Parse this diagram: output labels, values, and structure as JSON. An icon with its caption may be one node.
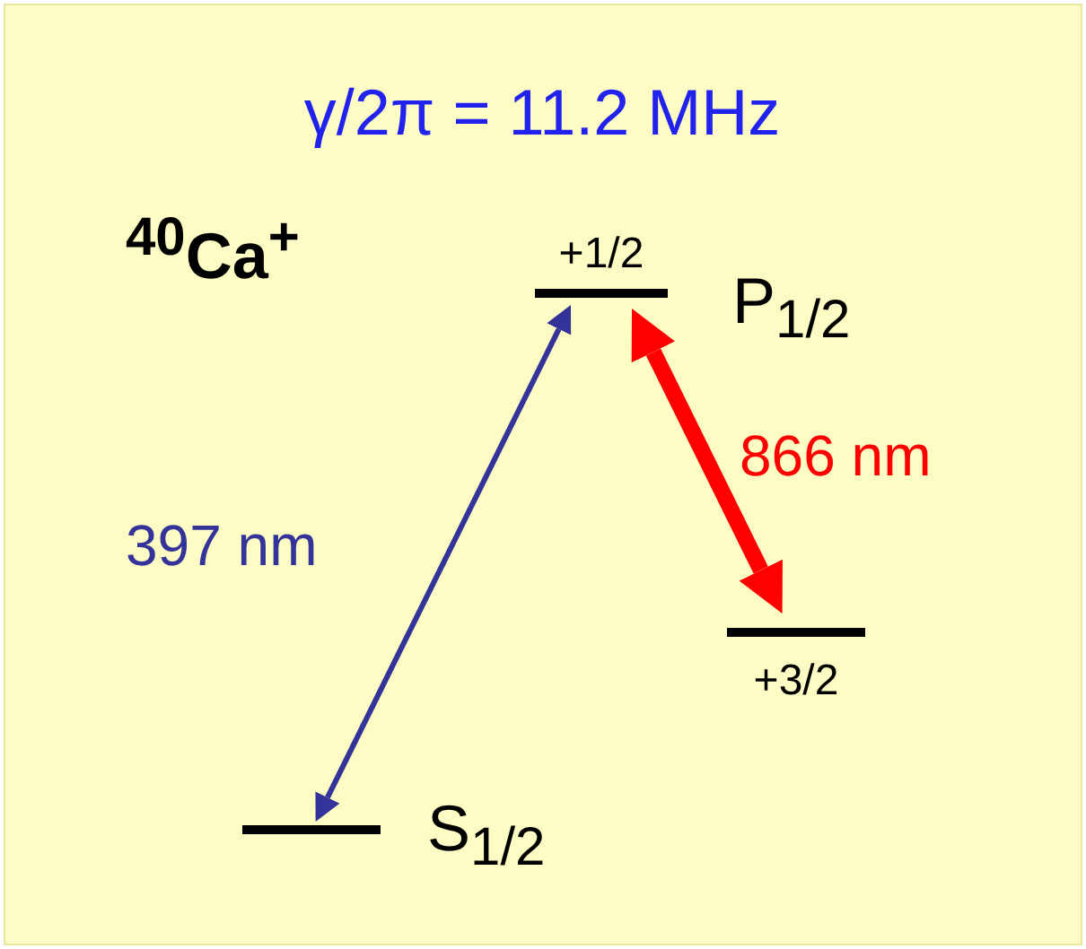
{
  "diagram": {
    "title": "γ/2π = 11.2 MHz",
    "nodes": [
      {
        "text": [
          "+1/2"
        ],
        "beside": [
          "P$_{1/2}$"
        ]
      },
      {
        "text": [
          "+3/2"
        ]
      },
      {
        "text": [],
        "shape": "bar",
        "beside": [
          "S$_{1/2}$"
        ]
      }
    ],
    "edges": [
      {
        "from": 2,
        "to": 0,
        "arrow": "both",
        "label": "397 nm",
        "color": "#333399"
      },
      {
        "from": 0,
        "to": 1,
        "arrow": "both",
        "label": "866 nm",
        "color": "#ff0000",
        "style": "thick"
      }
    ],
    "labels": [
      "$^{40}$Ca$^{+}$"
    ]
  }
}
